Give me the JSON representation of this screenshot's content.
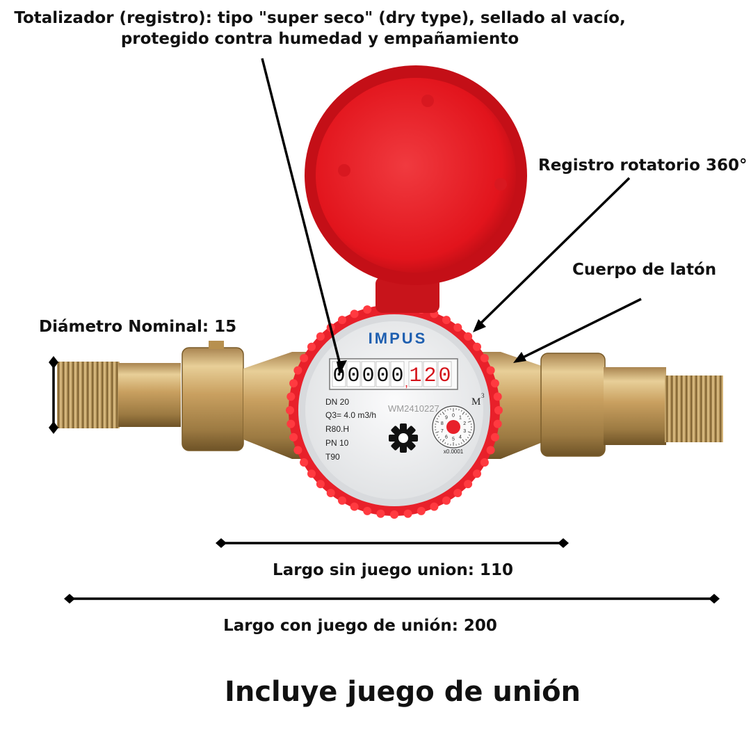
{
  "labels": {
    "totalizador_line1": "Totalizador (registro): tipo \"super seco\" (dry type), sellado al vacío,",
    "totalizador_line2": "protegido contra humedad y empañamiento",
    "registro_rotatorio": "Registro rotatorio 360°",
    "cuerpo": "Cuerpo de latón",
    "diametro": "Diámetro Nominal: 15",
    "largo_sin": "Largo sin juego union: 110",
    "largo_con": "Largo con juego de unión: 200",
    "footer": "Incluye juego de unión"
  },
  "meter": {
    "brand": "IMPUS",
    "reading_black": [
      "0",
      "0",
      "0",
      "0",
      "0"
    ],
    "reading_red": [
      "1",
      "2",
      "0"
    ],
    "comma": ",",
    "unit": "M",
    "unit_exp": "3",
    "serial": "WM2410227",
    "specs": [
      "DN 20",
      "Q3= 4.0 m3/h",
      "R80.H",
      "PN 10",
      "T90"
    ],
    "dial_numbers": [
      "0",
      "1",
      "2",
      "3",
      "4",
      "5",
      "6",
      "7",
      "8",
      "9"
    ],
    "dial_multiplier": "x0.0001"
  },
  "colors": {
    "brass": "#c9a060",
    "brass_dark": "#8a6a34",
    "red": "#e8202a",
    "brand_blue": "#1e5fb0",
    "face": "#f1f2f3"
  }
}
